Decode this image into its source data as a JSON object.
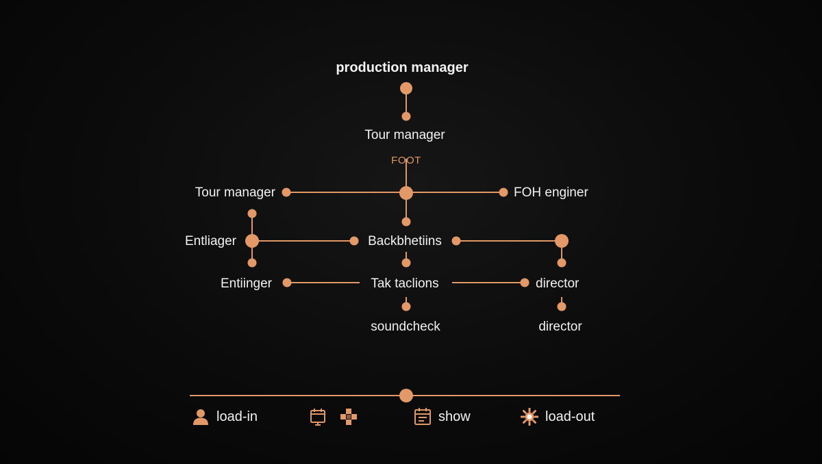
{
  "colors": {
    "accent": "#e39868",
    "background": "#0a0a0a",
    "text": "#f2f2f2"
  },
  "diagram": {
    "top_title": "production manager",
    "tour_manager_top": "Tour manager",
    "foot_label": "FOOT",
    "tour_manager_left": "Tour manager",
    "foh_engineer": "FOH enginer",
    "entliager": "Entliager",
    "backbhetiins": "Backbhetiins",
    "entiinger": "Entiinger",
    "tak_taclions": "Tak taclions",
    "director_right": "director",
    "soundcheck": "soundcheck",
    "director_bottom": "director"
  },
  "timeline": {
    "items": [
      {
        "icon": "person-icon",
        "label": "load-in"
      },
      {
        "icon": "calendar-monitor-icon",
        "label": ""
      },
      {
        "icon": "cross-blocks-icon",
        "label": ""
      },
      {
        "icon": "calendar-icon",
        "label": "show"
      },
      {
        "icon": "sun-gear-icon",
        "label": "load-out"
      }
    ]
  }
}
